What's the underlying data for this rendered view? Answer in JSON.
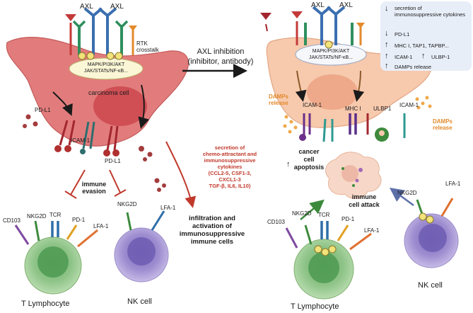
{
  "left": {
    "receptors": [
      "AXL",
      "AXL"
    ],
    "rtk_crosstalk": "RTK crosstalk",
    "pathways": [
      "MAPK/PI3K/AKT",
      "JAK/STATs/NF-κB..."
    ],
    "carcinoma_cell": "carcinoma cell",
    "ligands": [
      "PD-L1",
      "ICAM-1",
      "PD-L1"
    ],
    "immune_evasion": "immune evasion",
    "secretion_text": [
      "secretion of",
      "chemo-attractant and",
      "immunosuppressive",
      "cytokines",
      "(CCL2-5, CSF1-3,",
      "CXCL1-3",
      "TGF-β, IL6, IL10)"
    ],
    "infiltration_text": [
      "infiltration and",
      "activation of",
      "immunosuppressive",
      "immune cells"
    ],
    "t_cell_receptors": [
      "CD103",
      "NKG2D",
      "TCR",
      "PD-1",
      "LFA-1"
    ],
    "nk_receptors": [
      "NKG2D",
      "LFA-1"
    ],
    "t_cell_label": "T Lymphocyte",
    "nk_label": "NK cell"
  },
  "center": {
    "title": "AXL inhibition",
    "subtitle": "(inhibitor, antibody)"
  },
  "right": {
    "receptors": [
      "AXL",
      "AXL"
    ],
    "pathways": [
      "MAPK/PI3K/AKT",
      "JAK/STATs/NF-κB..."
    ],
    "damps_left": [
      "DAMPs",
      "release"
    ],
    "damps_right": [
      "DAMPs",
      "release"
    ],
    "surface": [
      "ICAM-1",
      "MHC I",
      "ULBP1",
      "ICAM-1"
    ],
    "apoptosis": [
      "cancer",
      "cell",
      "apoptosis"
    ],
    "attack": [
      "immune",
      "cell attack"
    ],
    "t_cell_receptors": [
      "CD103",
      "NKG2D",
      "TCR",
      "PD-1",
      "LFA-1"
    ],
    "nk_receptors": [
      "NKG2D",
      "LFA-1"
    ],
    "t_cell_label": "T Lymphocyte",
    "nk_label": "NK cell"
  },
  "legend": {
    "items": [
      {
        "dir": "down",
        "text": "secretion of immunosuppressive cytokines"
      },
      {
        "dir": "down",
        "text": "PD-L1"
      },
      {
        "dir": "up",
        "text": "MHC I, TAP1, TAPBP..."
      },
      {
        "dir": "up",
        "text": "ICAM-1"
      },
      {
        "dir": "up",
        "text": "ULBP-1"
      },
      {
        "dir": "up",
        "text": "DAMPs release"
      }
    ]
  },
  "colors": {
    "carcinoma_left": "#e27c7c",
    "carcinoma_right": "#f7c9ad",
    "nucleus_left": "#cf4f55",
    "t_cell": "#a7d19a",
    "nk_cell": "#b9a7d9",
    "legend_bg": "#e8eef8",
    "accent_red": "#c0392b",
    "damps_orange": "#e38a2c"
  }
}
